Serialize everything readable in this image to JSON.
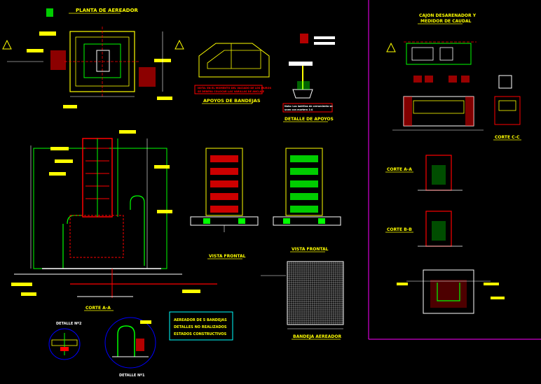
{
  "colors": {
    "background": "#000000",
    "frame": "#ff00ff",
    "label": "#ffff00",
    "red": "#ff0000",
    "green": "#00ff00",
    "white": "#ffffff",
    "cyan": "#00ffff",
    "blue": "#0000ff"
  },
  "titles": {
    "planta_aereador": "PLANTA DE AEREADOR",
    "apoyos_bandejas": "APOYOS DE BANDEJAS",
    "detalle_apoyos": "DETALLE DE APOYOS",
    "cajon_line1": "CAJON DESARENADOR Y",
    "cajon_line2": "MEDIDOR DE CAUDAL",
    "corte_cc": "CORTE C-C",
    "corte_aa_right": "CORTE A-A",
    "corte_bb": "CORTE B-B",
    "corte_aa_main": "CORTE A-A",
    "vista_frontal_1": "VISTA FRONTAL",
    "vista_frontal_2": "VISTA FRONTAL",
    "bandeja_aereador": "BANDEJA AEREADOR",
    "detalle_n2": "DETALLE Nº2",
    "detalle_n1": "DETALLE Nº1"
  },
  "note_box": {
    "line1": "AEREADOR DE 5 BANDEJAS",
    "line2": "DETALLES NO REALIZADOS",
    "line3": "ESTADOS CONSTRUCTIVOS"
  },
  "apoyos_note": {
    "line1": "NOTA: EN EL MOMENTO DEL VACIADO DE LOS MUROS",
    "line2": "SE DEBERA COLOCAR LAS VARILLAS DE ANCLAJE"
  },
  "detalle_apoyos_note": {
    "line1": "Nota: Los ladrillos de cerramiento se",
    "line2": "unen con mortero 1:4"
  },
  "icons": [
    "section-marker-icon",
    "section-marker-icon",
    "section-marker-icon"
  ]
}
